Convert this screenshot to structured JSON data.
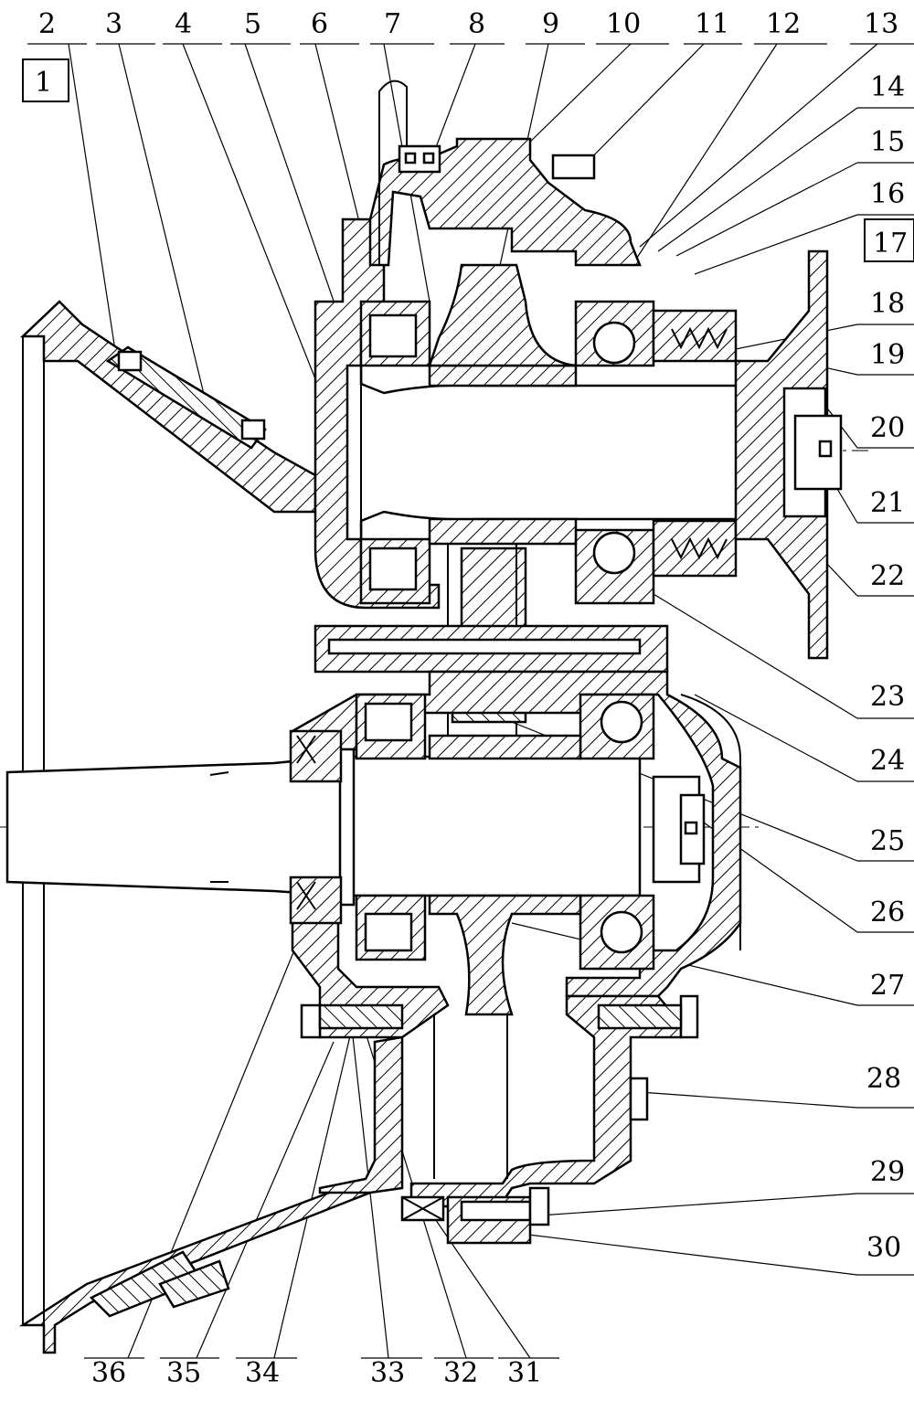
{
  "callouts": {
    "top": [
      "2",
      "3",
      "4",
      "5",
      "6",
      "7",
      "8",
      "9",
      "10",
      "11",
      "12",
      "13"
    ],
    "right": [
      "14",
      "15",
      "16",
      "18",
      "19",
      "20",
      "21",
      "22",
      "23",
      "24",
      "25",
      "26",
      "27",
      "28",
      "29",
      "30"
    ],
    "bottom": [
      "36",
      "35",
      "34",
      "33",
      "32",
      "31"
    ],
    "boxed": [
      "1",
      "17"
    ]
  }
}
